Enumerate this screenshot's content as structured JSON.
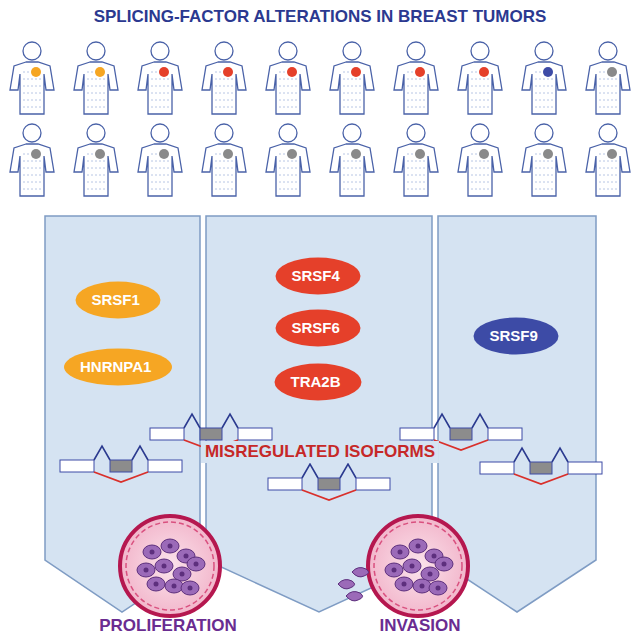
{
  "diagram": {
    "title": "SPLICING-FACTOR ALTERATIONS IN BREAST TUMORS",
    "nodes": [
      {
        "text": [
          "SRSF1"
        ]
      },
      {
        "text": [
          "HNRNPA1"
        ]
      },
      {
        "text": [
          "SRSF4"
        ]
      },
      {
        "text": [
          "SRSF6"
        ]
      },
      {
        "text": [
          "TRA2B"
        ]
      },
      {
        "text": [
          "SRSF9"
        ]
      }
    ],
    "labels": [
      "MISREGULATED ISOFORMS",
      "PROLIFERATION",
      "INVASION"
    ]
  }
}
